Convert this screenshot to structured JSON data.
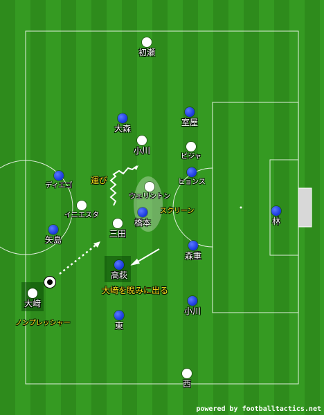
{
  "colors": {
    "team_a": "#ffffff",
    "team_b": "#2b4bf2",
    "annotation": "#ffe21a",
    "pitch": "#2e8b1c"
  },
  "players": {
    "hatsuse": "初瀬",
    "omori": "大森",
    "muroya": "室屋",
    "ogawa_w": "小川",
    "bijaru": "ビジャ",
    "diego": "ディエゴ",
    "hyons": "ヒョンス",
    "wellington": "ウェリントン",
    "iniesta": "イニエスタ",
    "hashimoto": "橋本",
    "yajima": "矢島",
    "mita": "三田",
    "hayashi": "林",
    "morishige": "森重",
    "takahagi": "高萩",
    "osaki": "大﨑",
    "ogawa_b": "小川",
    "higashi": "東",
    "nishi": "西"
  },
  "annotations": {
    "carry": "運び",
    "screen": "スクリーン",
    "watch": "大﨑を睨みに出る",
    "no_pressure": "ノンプレッシャー"
  },
  "ball_icon": "soccer-ball-icon",
  "footer": "powered by footballtactics.net"
}
